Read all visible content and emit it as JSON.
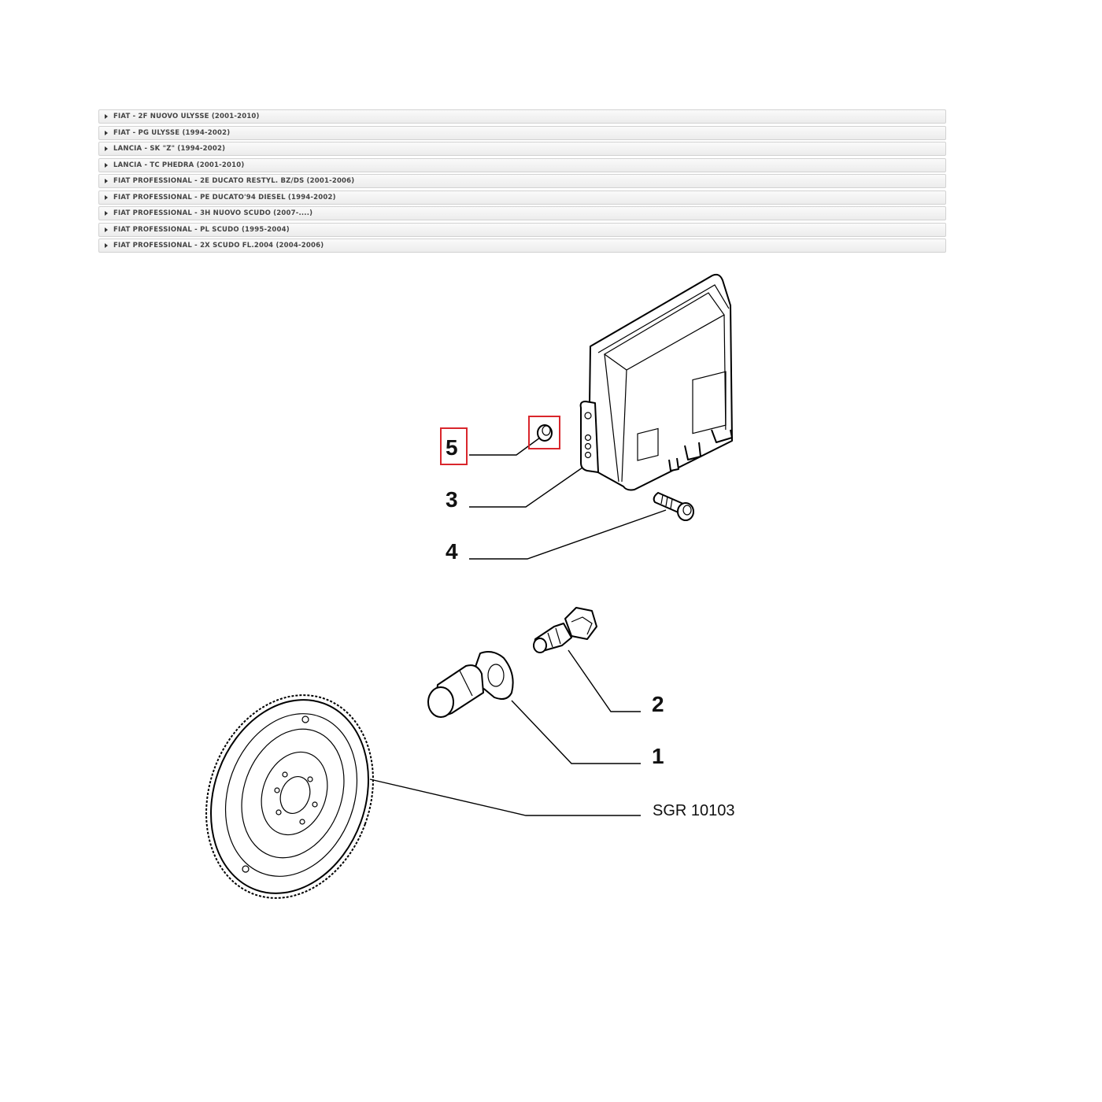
{
  "models": [
    {
      "label": "FIAT - 2F NUOVO ULYSSE (2001-2010)"
    },
    {
      "label": "FIAT - PG ULYSSE (1994-2002)"
    },
    {
      "label": "LANCIA - SK \"Z\" (1994-2002)"
    },
    {
      "label": "LANCIA - TC PHEDRA (2001-2010)"
    },
    {
      "label": "FIAT PROFESSIONAL - 2E DUCATO RESTYL. BZ/DS (2001-2006)"
    },
    {
      "label": "FIAT PROFESSIONAL - PE DUCATO'94 DIESEL (1994-2002)"
    },
    {
      "label": "FIAT PROFESSIONAL - 3H NUOVO SCUDO (2007-....)"
    },
    {
      "label": "FIAT PROFESSIONAL - PL SCUDO (1995-2004)"
    },
    {
      "label": "FIAT PROFESSIONAL - 2X SCUDO FL.2004 (2004-2006)"
    }
  ],
  "callouts": {
    "c5": "5",
    "c3": "3",
    "c4": "4",
    "c2": "2",
    "c1": "1",
    "sgr": "SGR 10103"
  },
  "highlight_color": "#d9262c"
}
